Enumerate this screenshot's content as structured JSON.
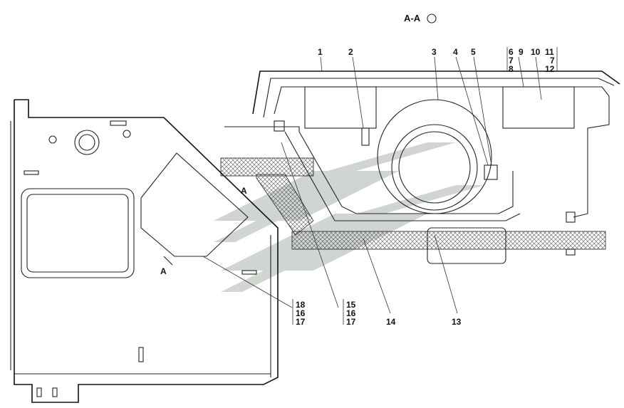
{
  "section_title": "А-А",
  "view_marks": {
    "left": "А",
    "upper": "А"
  },
  "callouts": {
    "top": [
      "1",
      "2",
      "3",
      "4",
      "5",
      "9",
      "10"
    ],
    "stack_6_7_8": [
      "6",
      "7",
      "8"
    ],
    "stack_11_7_12": [
      "11",
      "7",
      "12"
    ],
    "bottom": [
      "14",
      "13"
    ],
    "stack_18_16_17": [
      "18",
      "16",
      "17"
    ],
    "stack_15_16_17": [
      "15",
      "16",
      "17"
    ]
  },
  "colors": {
    "line": "#222222",
    "watermark": "#9aa39a",
    "hatch": "#555555"
  }
}
